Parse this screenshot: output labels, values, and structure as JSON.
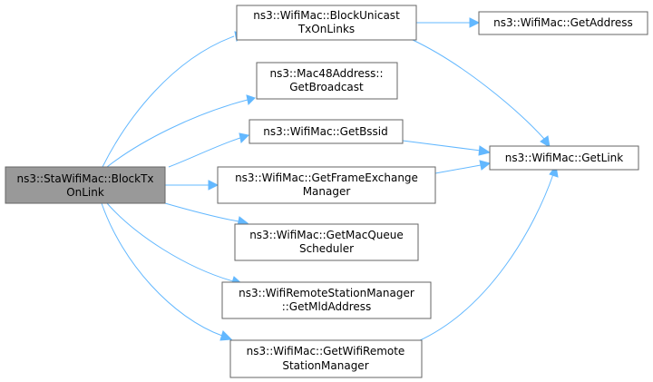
{
  "colors": {
    "root_fill": "#999999",
    "node_fill": "#ffffff",
    "node_border": "#666666",
    "edge": "#63b8ff",
    "text": "#000000"
  },
  "nodes": [
    {
      "id": "root",
      "lines": [
        "ns3::StaWifiMac::BlockTx",
        "OnLink"
      ],
      "is_root": true
    },
    {
      "id": "blockunicast",
      "lines": [
        "ns3::WifiMac::BlockUnicast",
        "TxOnLinks"
      ]
    },
    {
      "id": "getaddress",
      "lines": [
        "ns3::WifiMac::GetAddress"
      ]
    },
    {
      "id": "getbroadcast",
      "lines": [
        "ns3::Mac48Address::",
        "GetBroadcast"
      ]
    },
    {
      "id": "getbssid",
      "lines": [
        "ns3::WifiMac::GetBssid"
      ]
    },
    {
      "id": "getlink",
      "lines": [
        "ns3::WifiMac::GetLink"
      ]
    },
    {
      "id": "getfem",
      "lines": [
        "ns3::WifiMac::GetFrameExchange",
        "Manager"
      ]
    },
    {
      "id": "getmacqueue",
      "lines": [
        "ns3::WifiMac::GetMacQueue",
        "Scheduler"
      ]
    },
    {
      "id": "getmld",
      "lines": [
        "ns3::WifiRemoteStationManager",
        "::GetMldAddress"
      ]
    },
    {
      "id": "getwrsm",
      "lines": [
        "ns3::WifiMac::GetWifiRemote",
        "StationManager"
      ]
    }
  ],
  "edges": [
    {
      "from": "root",
      "to": "blockunicast"
    },
    {
      "from": "root",
      "to": "getbroadcast"
    },
    {
      "from": "root",
      "to": "getbssid"
    },
    {
      "from": "root",
      "to": "getfem"
    },
    {
      "from": "root",
      "to": "getmacqueue"
    },
    {
      "from": "root",
      "to": "getmld"
    },
    {
      "from": "root",
      "to": "getwrsm"
    },
    {
      "from": "blockunicast",
      "to": "getaddress"
    },
    {
      "from": "blockunicast",
      "to": "getlink"
    },
    {
      "from": "getbssid",
      "to": "getlink"
    },
    {
      "from": "getfem",
      "to": "getlink"
    },
    {
      "from": "getwrsm",
      "to": "getlink"
    }
  ]
}
